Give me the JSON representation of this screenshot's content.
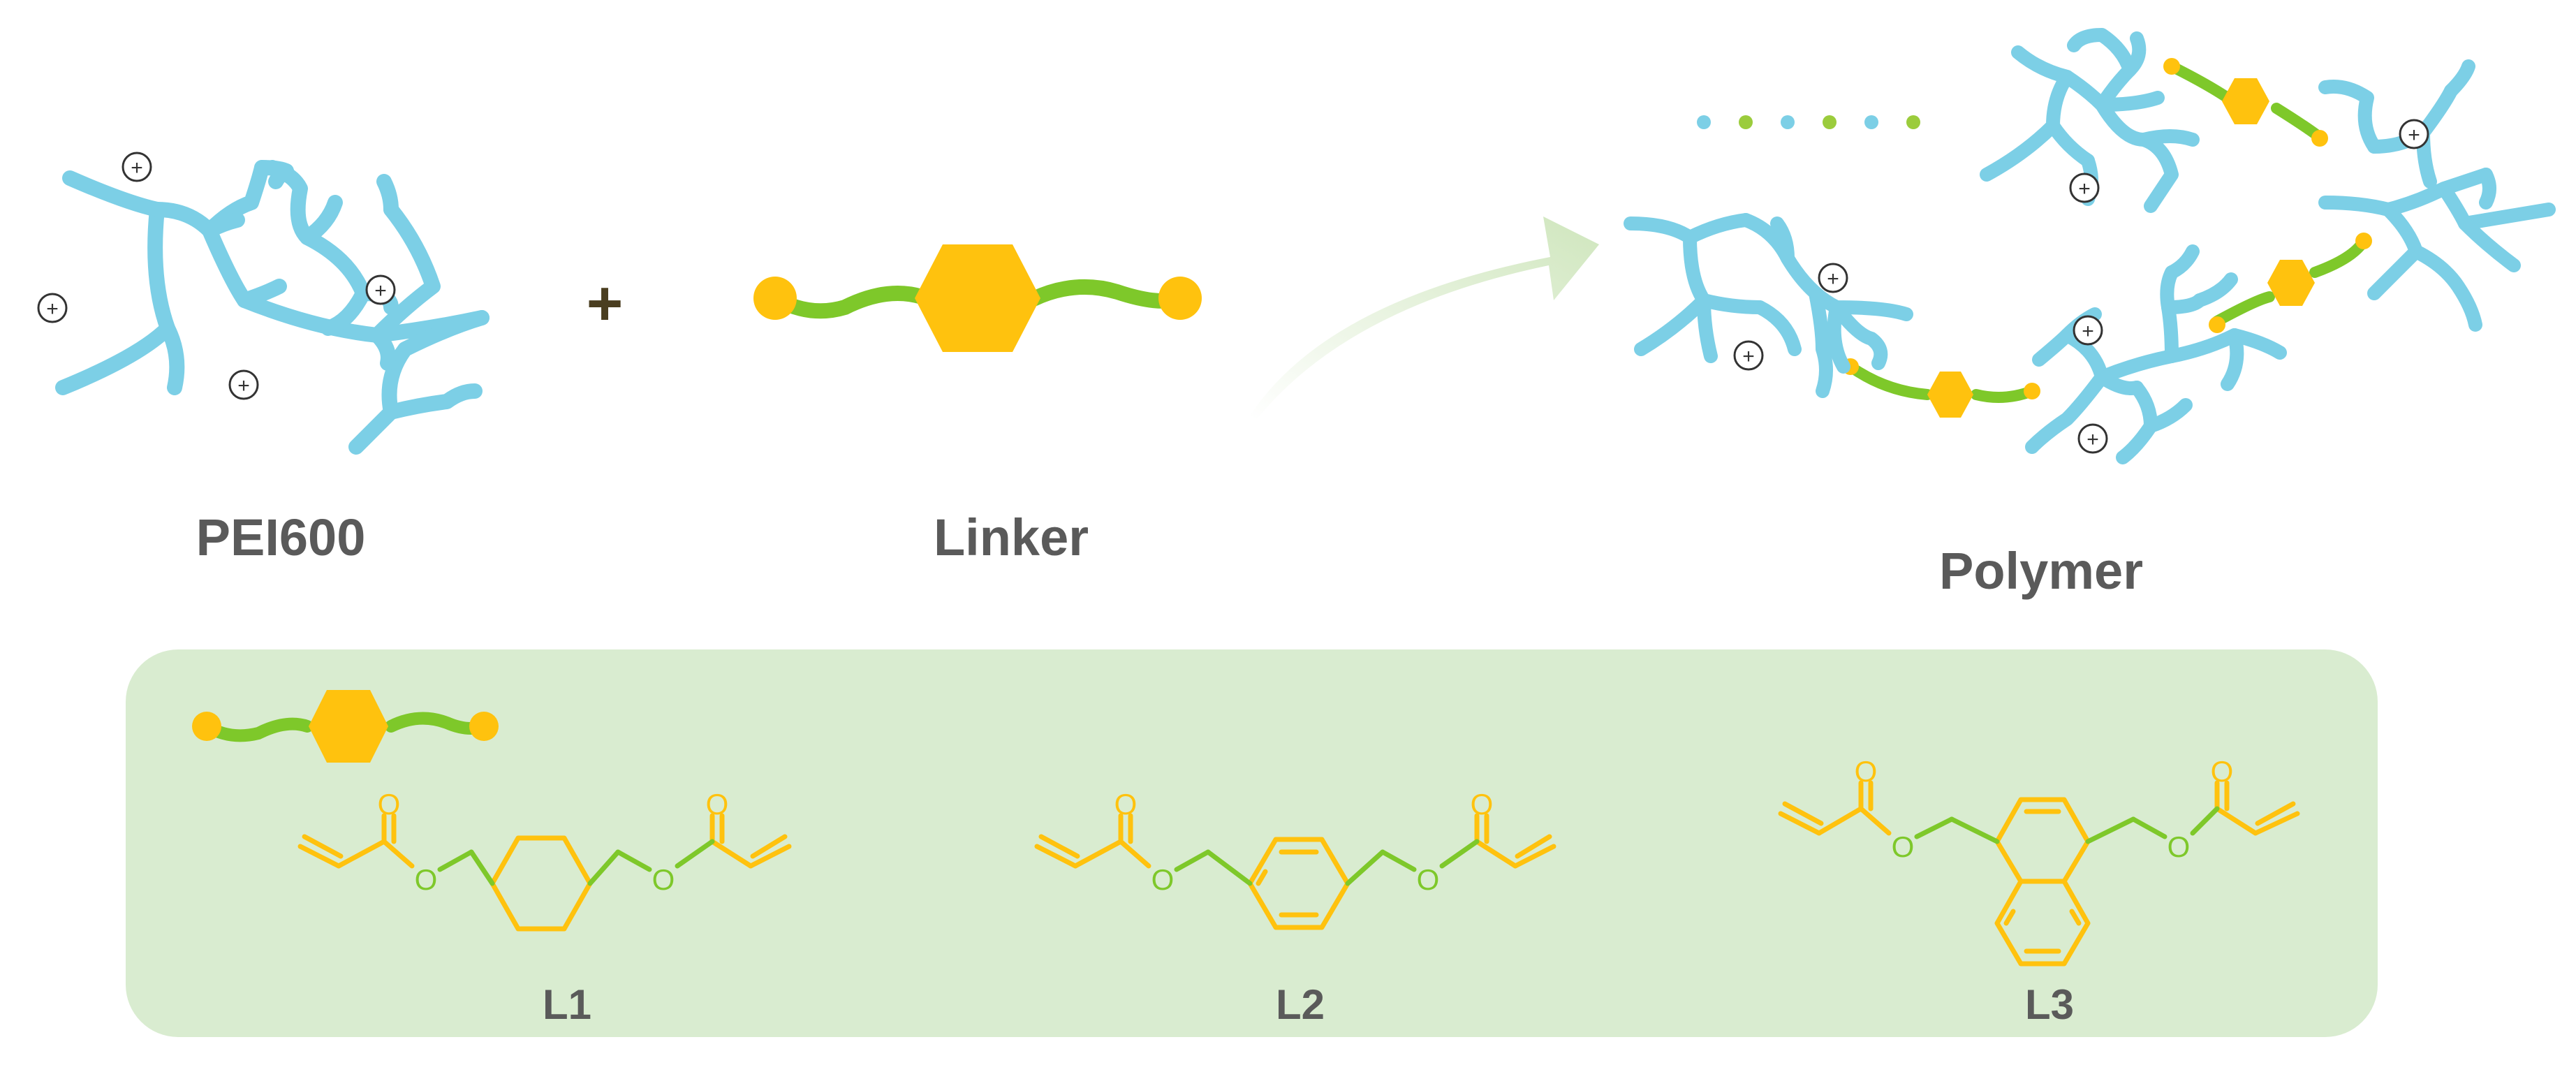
{
  "labels": {
    "pei": "PEI600",
    "linker": "Linker",
    "polymer": "Polymer",
    "plus": "+"
  },
  "molecules": [
    {
      "name": "L1",
      "ring": "cyclohexane"
    },
    {
      "name": "L2",
      "ring": "benzene"
    },
    {
      "name": "L3",
      "ring": "naphthalene"
    }
  ],
  "atoms": {
    "oxygen": "O",
    "charge": "+"
  },
  "colors": {
    "pei": "#7ccfe6",
    "linker_chain": "#7ec82a",
    "linker_core": "#ffc20e",
    "panel": "#d9ecd0",
    "arrow": "#d8ebc8",
    "label": "#5a5a5a",
    "plus": "#4a3e20"
  }
}
